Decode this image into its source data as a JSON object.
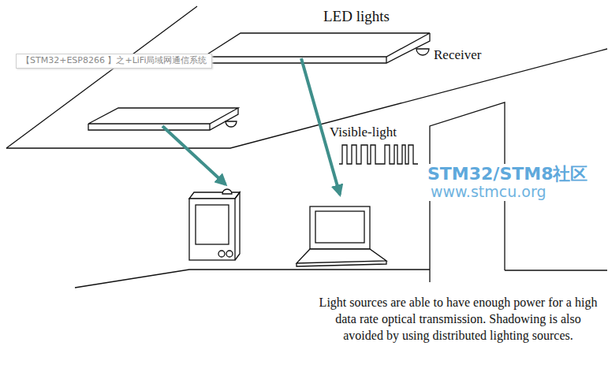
{
  "diagram": {
    "labels": [
      "LED lights",
      "Receiver",
      "Visible-light",
      "【STM32+ESP8266 】之+LiFi局域网通信系统",
      "STM32/STM8社区",
      "www.stmcu.org",
      "Light sources are able to have enough power for a high data rate optical transmission. Shadowing is also avoided by using distributed lighting sources."
    ]
  }
}
